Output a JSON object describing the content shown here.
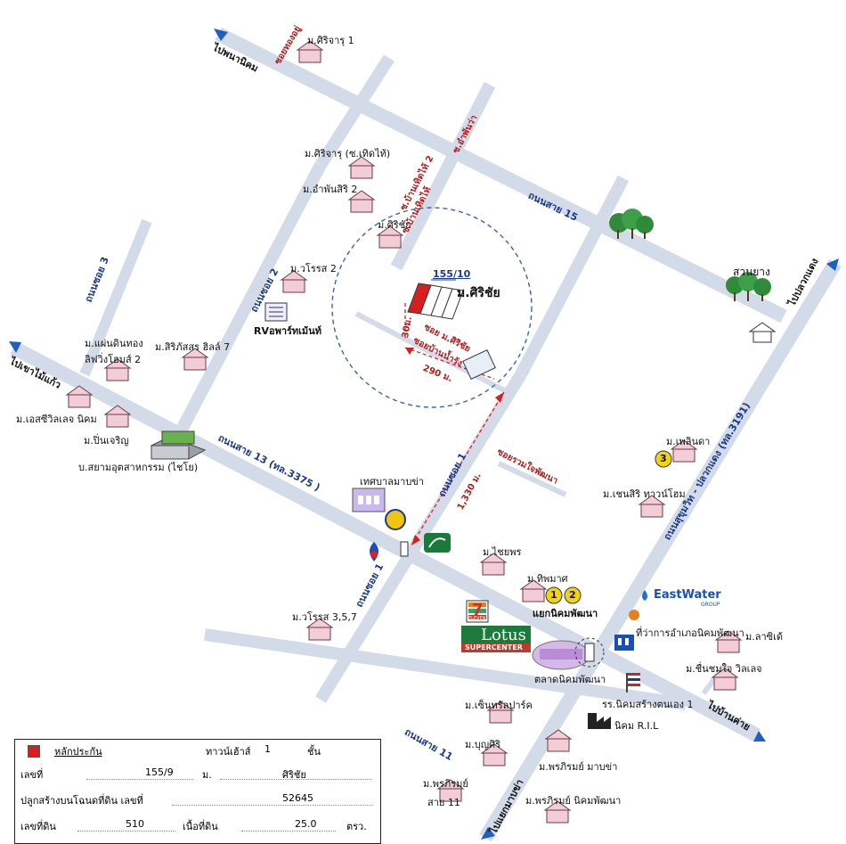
{
  "places": {
    "sirijaru1": "ม.ศิริจารุ 1",
    "sirijaru_soi": "ม.ศิริจารุ (ซ.เทิดไท้)",
    "ampunsiri2": "ม.อำพันสิริ 2",
    "sirichai_upper": "ม.ศิริชัย",
    "worarot2": "ม.วโรรส 2",
    "rv_apartment": "RVอพาร์ทเม้นท์",
    "paendinthong_1": "ม.แผ่นดินทอง",
    "paendinthong_2": "ลิฟวิ่งโฮมส์ 2",
    "siripatsorn": "ม.สิริภัสสร ฮิลล์ 7",
    "esv": "ม.เอสซีวิลเลจ นิคม",
    "pinjaroen": "ม.ปิ่นเจริญ",
    "siam_industry": "บ.สยามอุตสาหกรรม (ไชโย)",
    "municipality": "เทศบาลมาบข่า",
    "worarot357": "ม.วโรรส 3,5,7",
    "chaiyaporn": "ม.ไชยพร",
    "thipmas": "ม.ทิพมาศ",
    "junction": "แยกนิคมพัฒนา",
    "district_office": "ที่ว่าการอำเภอนิคมพัฒนา",
    "market": "ตลาดนิคมพัฒนา",
    "school": "รร.นิคมสร้างตนเอง 1",
    "ril": "นิคม R.I.L",
    "central_park": "ม.เซ็นทรัลปาร์ค",
    "boonsiri": "ม.บุญศิริ",
    "prapirom_mabkha": "ม.พรภิรมย์ มาบข่า",
    "prapirom_sai11_a": "ม.พรภิรมย์",
    "prapirom_sai11_b": "สาย 11",
    "prapirom_nikom": "ม.พรภิรมย์ นิคมพัฒนา",
    "plernda": "ม.เพลินดา",
    "chensiri": "ม.เชนสิริ ทาวน์โฮม",
    "lachidai": "ม.ลาซิเด้",
    "chuenchomjai": "ม.ชื่นชมใจ วิลเลจ",
    "rubber_garden": "สวนยาง",
    "target_project": "ม.ศิริชัย",
    "target_number": "155/10",
    "eastwater": "EastWater",
    "eastwater_sub": "GROUP",
    "lotus": "Lotus",
    "lotus_sub": "SUPERCENTER",
    "seven": "7",
    "seven_sub": "ELEVEN",
    "n3": "3",
    "n1": "1",
    "n2": "2"
  },
  "roads": {
    "sai15": "ถนนสาย 15",
    "sai13": "ถนนสาย 13 (ทล.3375 )",
    "sai11": "ถนนสาย 11",
    "nongsoi1_a": "ถนนซอย 1",
    "nongsoi1_b": "ถนนซอย 1",
    "nongsoi2": "ถนนซอย 2",
    "nongsoi3": "ถนนซอย 3",
    "sukhumvit": "ถนนสุขุมวิท - ปลวกแดง (ทล.3191)",
    "soi_thongyu": "ซอยทองอยู่",
    "soi_ampunwa": "ซ.อำพันว่า",
    "soi_bannoi2": "ซ.บ้านเทิดไท้ 2",
    "soi_bannoi": "ซ.บ้านเทิดไท้",
    "soi_sirichai": "ซอย ม.ศิริชัย",
    "soi_bannamrang": "ซอยบ้านน้ำรัง",
    "soi_ruamjai": "ซอยรวมใจพัฒนา"
  },
  "directions": {
    "to_nanikom": "ไปพนานิคม",
    "to_khaomaikaeo": "ไปเขาไม้แก้ว",
    "to_pluakdaeng": "ไปปลวกแดง",
    "to_bankhai": "ไปบ้านค่าย",
    "to_nongkha": "ไปแยกมาบข่า"
  },
  "distances": {
    "d30": "30ม.",
    "d290": "290 ม.",
    "d1330": "1,330 ม."
  },
  "legend": {
    "title": "หลักประกัน",
    "townhouse": "ทาวน์เฮ้าส์",
    "townhouse_count": "1",
    "floor_unit": "ชั้น",
    "house_no_label": "เลขที่",
    "house_no": "155/9",
    "moo_label": "ม.",
    "project": "ศิริชัย",
    "deed_label": "ปลูกสร้างบนโฉนดที่ดิน เลขที่",
    "deed_no": "52645",
    "land_no_label": "เลขที่ดิน",
    "land_no": "510",
    "area_label": "เนื้อที่ดิน",
    "area": "25.0",
    "area_unit": "ตรว."
  },
  "colors": {
    "road": "#d3dbe8",
    "road_edge": "#b9c3d3",
    "road_label": "#1a3a8a",
    "soi_label": "#b01c1c",
    "accent_red": "#d62020",
    "circle": "#3b62b5"
  }
}
